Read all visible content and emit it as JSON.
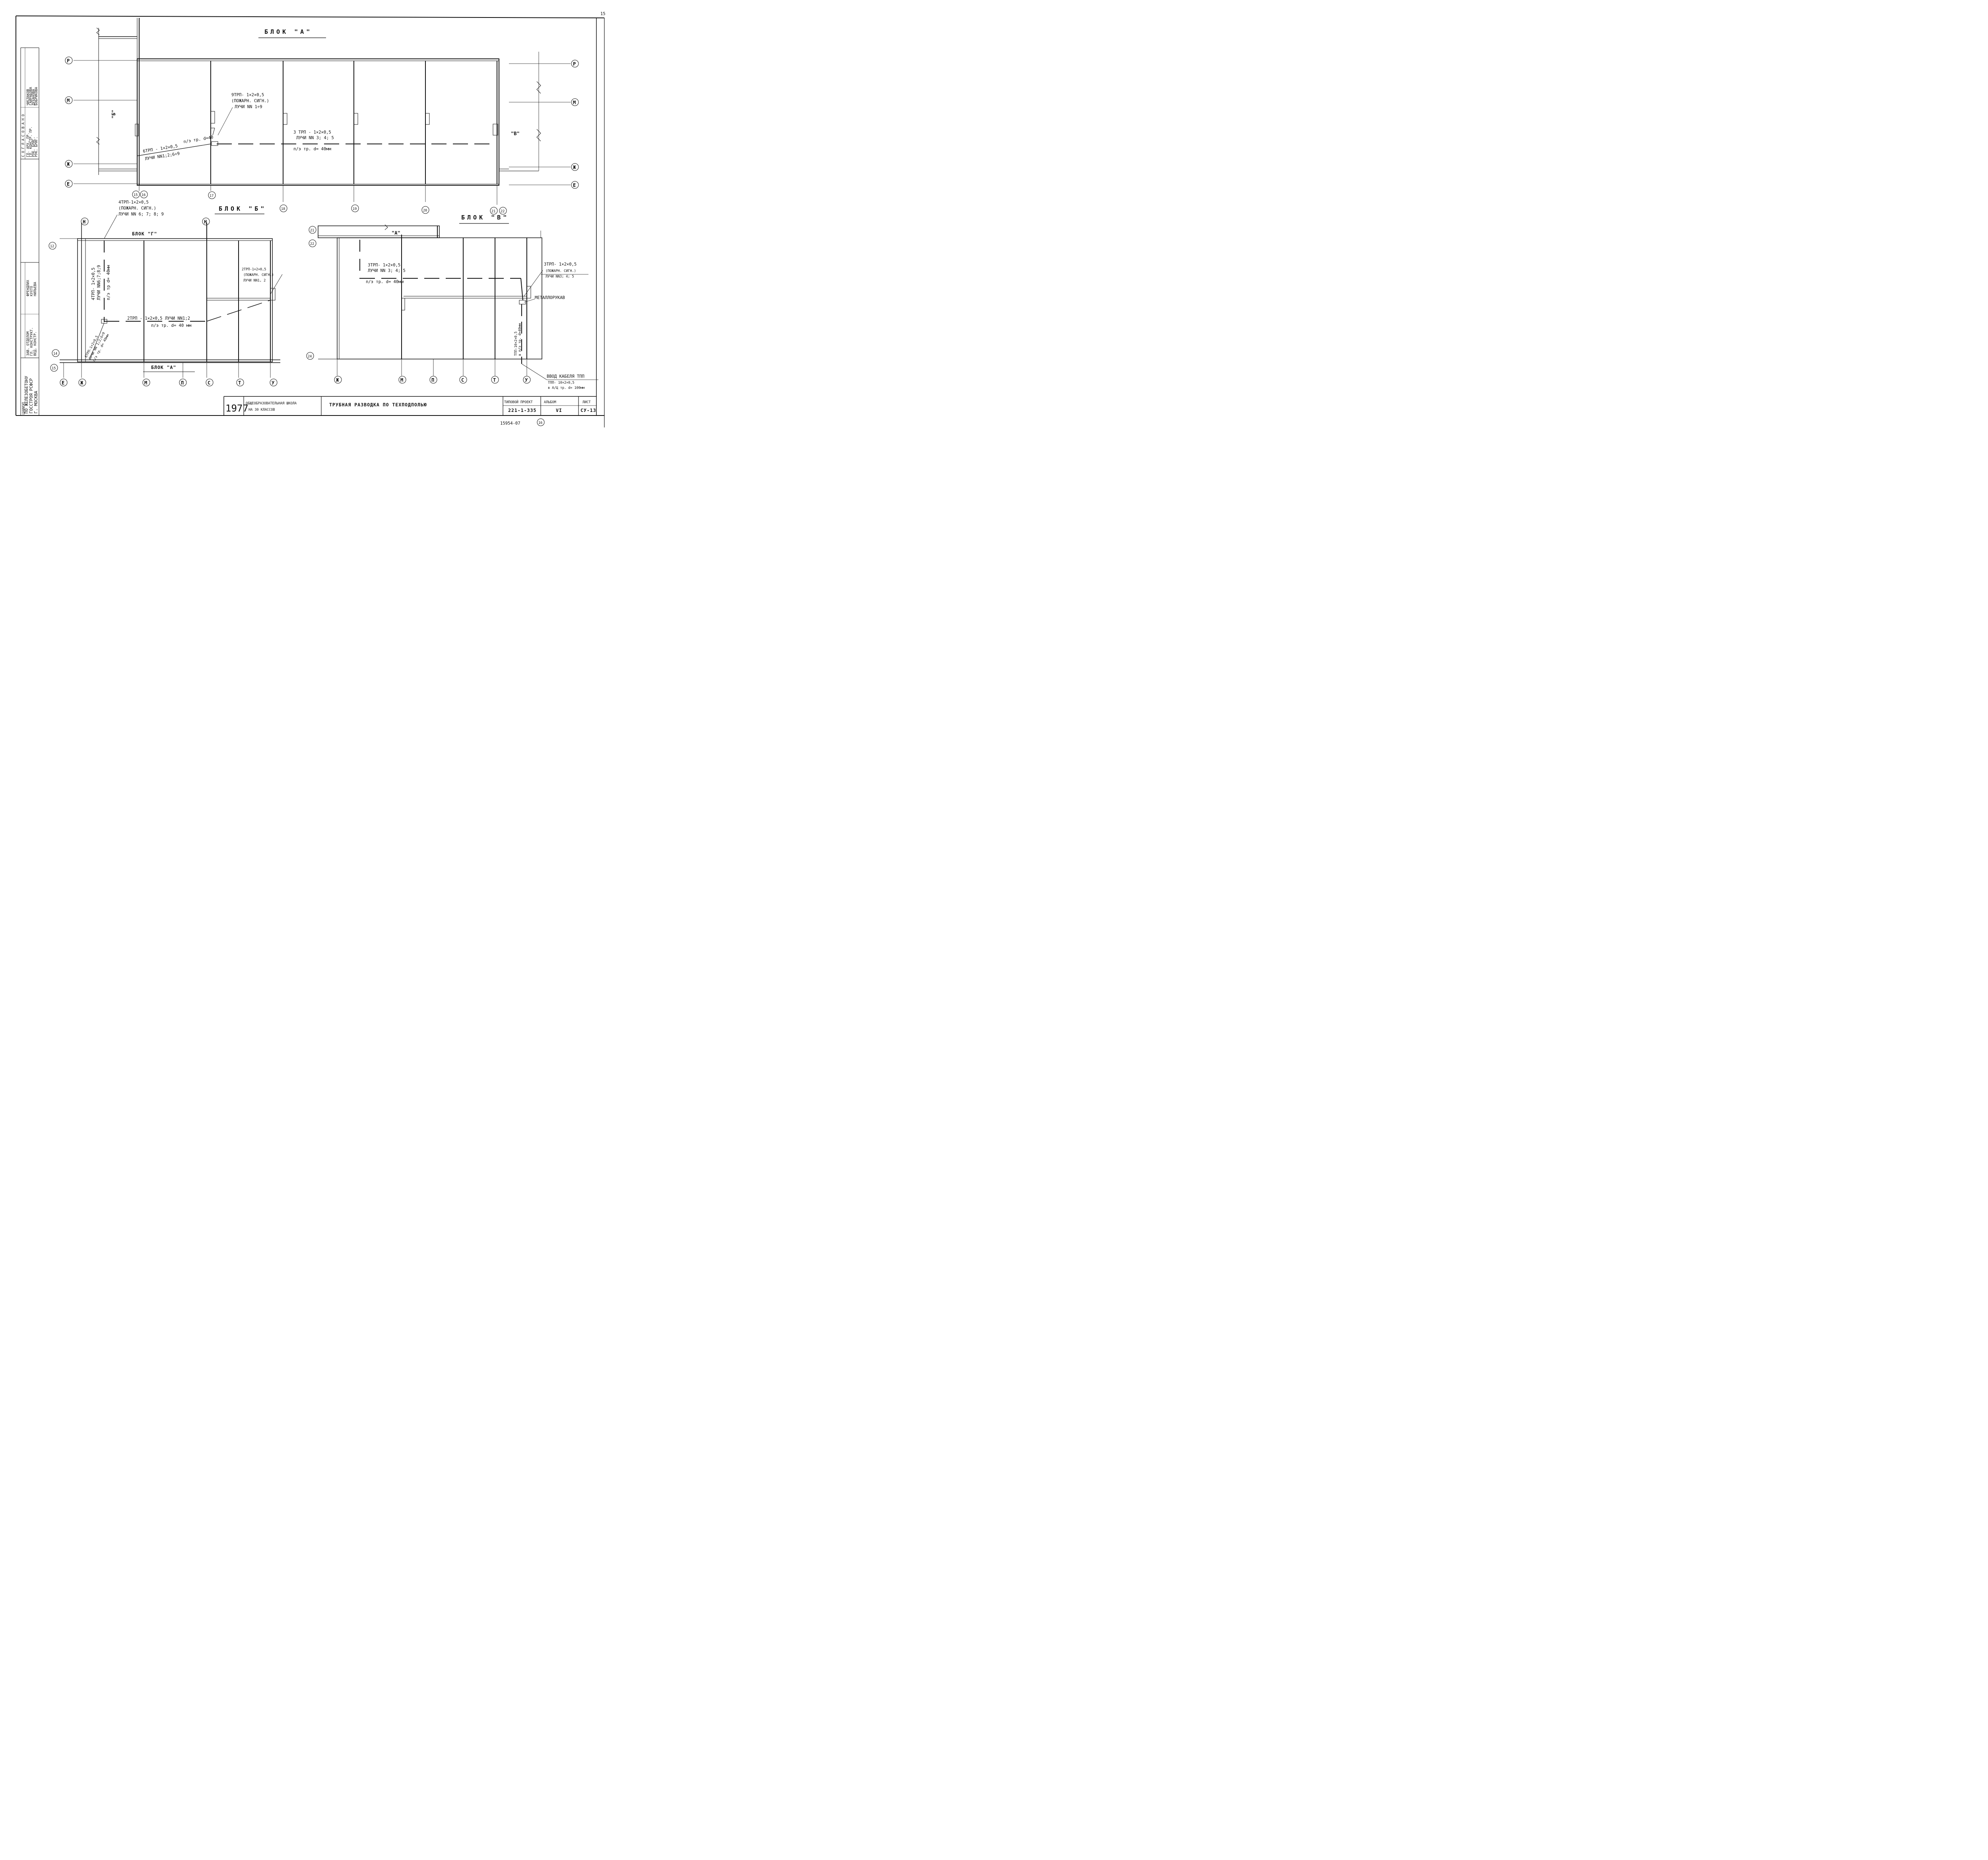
{
  "page_number": "15",
  "block_a": {
    "title": "БЛОК \"А\"",
    "side_left": "\"Б\"",
    "side_right": "\"В\"",
    "rows": [
      "Р",
      "М",
      "Ж",
      "Е"
    ],
    "cols": [
      "15",
      "16",
      "17",
      "18",
      "19",
      "20",
      "21",
      "22"
    ],
    "note1": {
      "line1": "9ТРП- 1×2×0,5",
      "line2": "(ПОЖАРН. СИГН.)",
      "line3": "ЛУЧИ NN 1÷9"
    },
    "note2": {
      "line1": "6ТРП - 1×2×0,5",
      "line2": "ЛУЧИ NN1;2;6÷9",
      "line3": "п/э тр. d=40"
    },
    "note3": {
      "line1": "3 ТРП - 1×2×0,5",
      "line2": "ЛУЧИ NN 3; 4; 5",
      "line3": "п/э тр. d= 40мм"
    }
  },
  "block_b": {
    "title": "БЛОК \"Б\"",
    "top_label": "БЛОК \"Г\"",
    "bottom_label": "БЛОК \"А\"",
    "rows": [
      "12",
      "14",
      "15"
    ],
    "top_cols": [
      "Н",
      "Н"
    ],
    "cols": [
      "Е",
      "Ж",
      "М",
      "П",
      "С",
      "Т",
      "У"
    ],
    "note1": {
      "line1": "4ТРП-1×2×0,5",
      "line2": "(ПОЖАРН. СИГН.)",
      "line3": "ЛУЧИ NN 6; 7; 8; 9"
    },
    "note2": {
      "line1": "4ТРП- 1×2×0,5",
      "line2": "ЛУЧИ NN6;7;8;9",
      "line3": "п/э тр d= 40мм"
    },
    "note3": {
      "line1": "2ТРП-1×2×0,5",
      "line2": "(ПОЖАРН. СИГН.)",
      "line3": "ЛУЧИ NN1, 2"
    },
    "note4": {
      "line1": "2ТРП - 1×2×0,5 ЛУЧИ NN1;2",
      "line2": "п/э тр. d= 40 мм"
    },
    "note5": {
      "line1": "6ТРП-1×2×0,5",
      "line2": "ЛУЧИ NN 1;2;6÷9",
      "line3": "п/э тр. d= 40мм"
    }
  },
  "block_v": {
    "title": "БЛОК \"В\"",
    "top_label": "\"А\"",
    "rows": [
      "21",
      "22",
      "24"
    ],
    "cols": [
      "Ж",
      "М",
      "П",
      "С",
      "Т",
      "У"
    ],
    "note1": {
      "line1": "3ТРП- 1×2×0,5",
      "line2": "ЛУЧИ NN 3; 4; 5",
      "line3": "п/э тр. d= 40мм"
    },
    "note2": {
      "line1": "3ТРП- 1×2×0,5",
      "line2": "(ПОЖАРН. СИГН.)",
      "line3": "ЛУЧИ NN3; 4; 5"
    },
    "metal": "МЕТАЛЛОРУКАВ",
    "vert": {
      "line1": "ТПП-10×2×0,5",
      "line2": "в п/э тр. d=40мм"
    },
    "entry": {
      "line1": "ВВОД КАБЕЛЯ ТПП",
      "line2": "ТПП- 10×2×0,5",
      "line3": "в А/Ц тр. d= 100мм"
    }
  },
  "approval": {
    "header": "С О Г Л А С О В А Н О",
    "roles": [
      "ГЛ. АРХ. ПР.",
      "ГЛ. КОНСТР. ПР.",
      "РУК. БРИГ.",
      "РУК. БРИГ."
    ],
    "names": [
      "ЧИСЛАКОВ",
      "ГАЙРАБОВА",
      "ДУХАНОВА",
      "БОБРИКОВА"
    ]
  },
  "signers": {
    "roles": [
      "ЗАВ. ОТДЕЛОМ",
      "ГЛ. КОНСТРУКТ.",
      "ВЕД. КОНСТР."
    ],
    "names": [
      "ФРЕНДЛИХ",
      "КУХТО",
      "НИЛЬЕВА"
    ]
  },
  "org": {
    "line1": "ПО ЖЕЛЕЗОБЕТОНУ",
    "line2": "ГОССТРОЯ РСФСР",
    "line3": "Г. МОСКВА",
    "logo": "ЦНИИЭП"
  },
  "title_block": {
    "year": "1977",
    "object_l1": "ОБЩЕОБРАЗОВАТЕЛЬНАЯ ШКОЛА",
    "object_l2": "НА 30 КЛАССОВ",
    "drawing_title": "ТРУБНАЯ РАЗВОДКА ПО ТЕХПОДПОЛЬЮ",
    "project_label": "ТИПОВОЙ ПРОЕКТ",
    "project_no": "221-1-335",
    "album_label": "АЛЬБОМ",
    "album_no": "VI",
    "sheet_label": "ЛИСТ",
    "sheet_no": "СУ-13"
  },
  "stamp_no": "15954-07",
  "stamp_page": "16"
}
